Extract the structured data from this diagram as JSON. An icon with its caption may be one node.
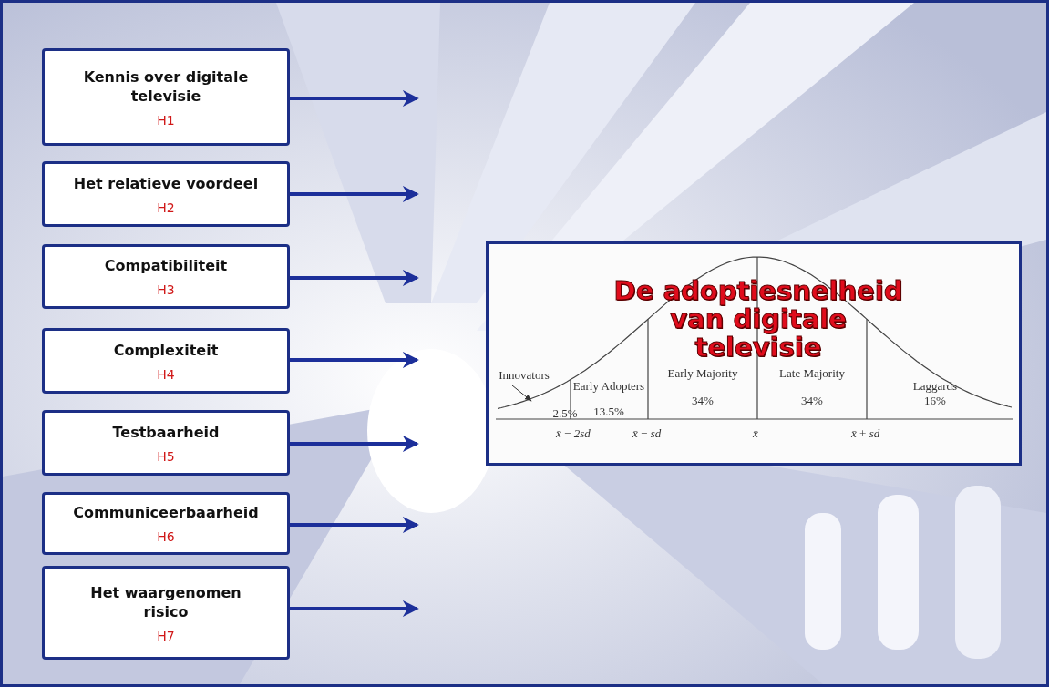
{
  "diagram": {
    "nodes": [
      {
        "text": [
          "Kennis over digitale televisie",
          "H1"
        ]
      },
      {
        "text": [
          "Het relatieve voordeel",
          "H2"
        ]
      },
      {
        "text": [
          "Compatibiliteit",
          "H3"
        ]
      },
      {
        "text": [
          "Complexiteit",
          "H4"
        ]
      },
      {
        "text": [
          "Testbaarheid",
          "H5"
        ]
      },
      {
        "text": [
          "Communiceerbaarheid",
          "H6"
        ]
      },
      {
        "text": [
          "Het waargenomen risico",
          "H7"
        ]
      },
      {
        "text": [
          "De adoptiesnelheid van digitale televisie"
        ]
      },
      {
        "text": [
          "Innovators"
        ],
        "in": 7
      }
    ],
    "edges": [
      {
        "from": 0,
        "to": null,
        "arrow": "to"
      },
      {
        "from": 1,
        "to": null,
        "arrow": "to"
      },
      {
        "from": 2,
        "to": null,
        "arrow": "to"
      },
      {
        "from": 3,
        "to": null,
        "arrow": "to"
      },
      {
        "from": 4,
        "to": null,
        "arrow": "to"
      },
      {
        "from": 5,
        "to": null,
        "arrow": "to"
      },
      {
        "from": 6,
        "to": null,
        "arrow": "to"
      },
      {
        "from": 8,
        "to": null,
        "arrow": "to",
        "color": "#333333"
      }
    ],
    "labels": [
      "Early Adopters",
      "13.5%",
      "Early Majority",
      "34%",
      "Late Majority",
      "34%",
      "Laggards",
      "16%",
      "2.5%",
      "*x̄* − *2sd*",
      "*x̄* − *sd*",
      "*x̄*",
      "*x̄* + *sd*"
    ]
  }
}
